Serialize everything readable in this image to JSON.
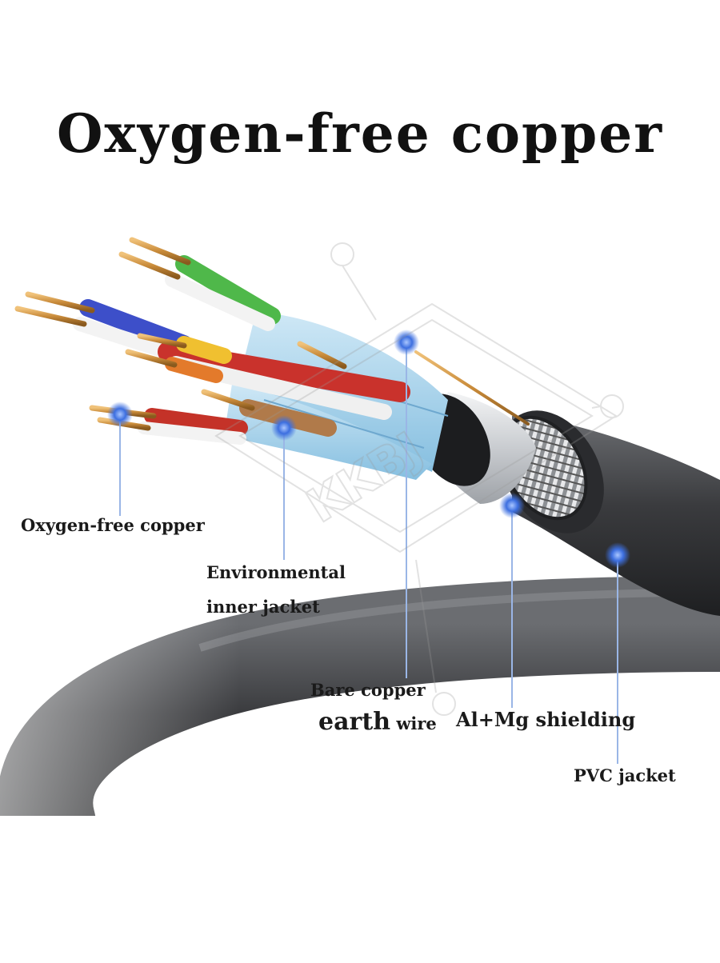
{
  "title": "Oxygen-free copper",
  "labels": {
    "copper": "Oxygen-free copper",
    "inner_jacket_line1": "Environmental",
    "inner_jacket_line2": "inner jacket",
    "earth_line1": "Bare copper",
    "earth_big": "earth",
    "earth_small": "wire",
    "shielding": "Al+Mg shielding",
    "pvc": "PVC jacket"
  },
  "watermark": "KKBJ",
  "colors": {
    "pvc_jacket": "#3a3b3e",
    "foil": "#d8dadd",
    "inner_jacket": "#a9d3ec",
    "copper": "#c98b3a",
    "marker_dot": "#3d6fe0"
  },
  "wire_pairs": [
    "green",
    "blue",
    "orange",
    "brown"
  ]
}
